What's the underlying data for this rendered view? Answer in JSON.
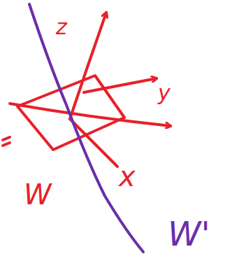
{
  "diagram": {
    "labels": [
      "z",
      "y",
      "x",
      "W",
      "W'"
    ]
  }
}
